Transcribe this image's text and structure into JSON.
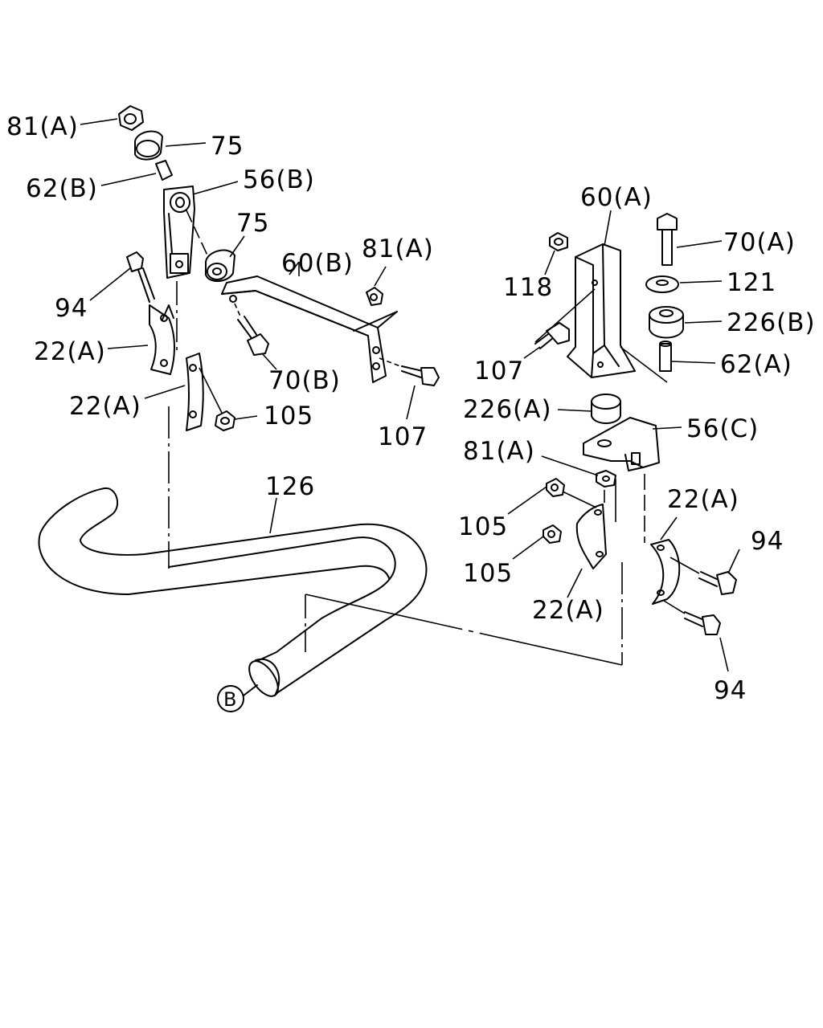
{
  "labels": {
    "p81a_1": "81(A)",
    "p75_1": "75",
    "p62b": "62(B)",
    "p56b": "56(B)",
    "p75_2": "75",
    "p60b": "60(B)",
    "p81a_2": "81(A)",
    "p94_1": "94",
    "p22a_1": "22(A)",
    "p70b": "70(B)",
    "p22a_2": "22(A)",
    "p105_1": "105",
    "p107_1": "107",
    "p126": "126",
    "p60a": "60(A)",
    "p70a": "70(A)",
    "p118": "118",
    "p121": "121",
    "p226b": "226(B)",
    "p107_2": "107",
    "p62a": "62(A)",
    "p226a": "226(A)",
    "p56c": "56(C)",
    "p81a_3": "81(A)",
    "p22a_3": "22(A)",
    "p105_2": "105",
    "p94_2": "94",
    "p105_3": "105",
    "p22a_4": "22(A)",
    "p94_3": "94",
    "callout_b": "B"
  }
}
